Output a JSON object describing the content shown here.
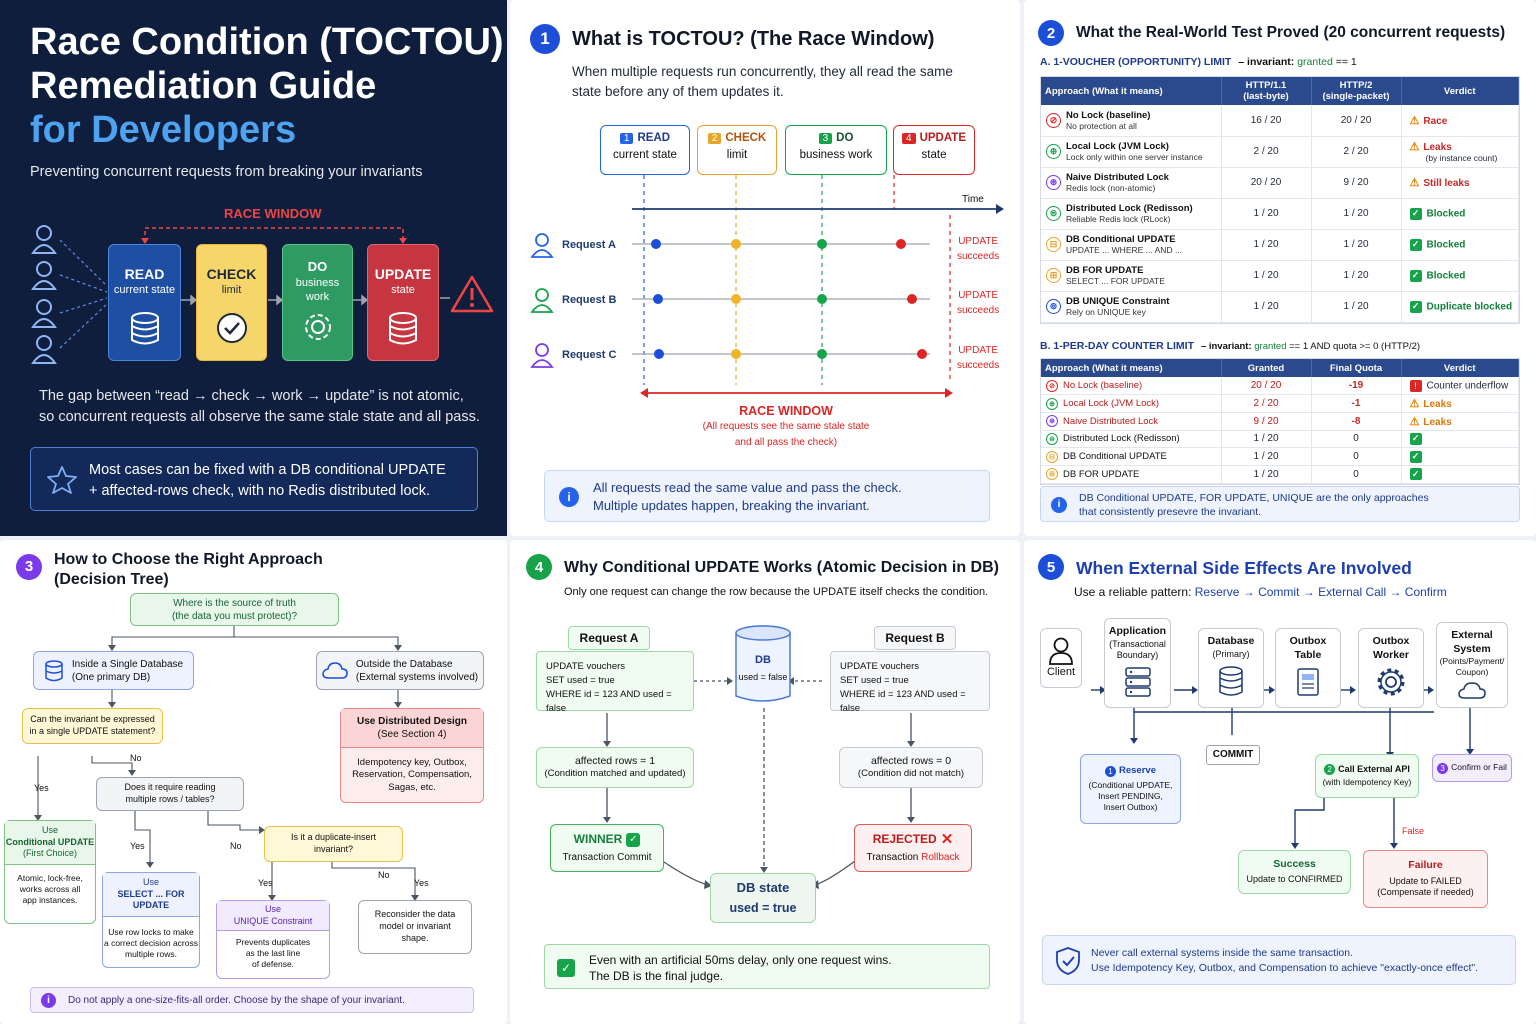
{
  "hero": {
    "title_line1": "Race Condition (TOCTOU)",
    "title_line2": "Remediation Guide",
    "title_line3": "for Developers",
    "subtitle": "Preventing concurrent requests from breaking your invariants",
    "race_window_label": "RACE WINDOW",
    "steps": [
      {
        "title": "READ",
        "sub": "current state"
      },
      {
        "title": "CHECK",
        "sub": "limit"
      },
      {
        "title": "DO",
        "sub": "business work"
      },
      {
        "title": "UPDATE",
        "sub": "state"
      }
    ],
    "desc_line1": "The gap between “read → check → work → update” is not atomic,",
    "desc_line2": "so concurrent requests all observe the same stale state and all pass.",
    "tip_line1": "Most cases can be fixed with a DB conditional UPDATE",
    "tip_line2": "+ affected-rows check, with no Redis distributed lock."
  },
  "s1": {
    "num": "1",
    "title": "What is TOCTOU? (The Race Window)",
    "desc_line1": "When multiple requests run concurrently, they all read the same",
    "desc_line2": "state before any of them updates it.",
    "steps": [
      {
        "n": "1",
        "title": "READ",
        "sub": "current state"
      },
      {
        "n": "2",
        "title": "CHECK",
        "sub": "limit"
      },
      {
        "n": "3",
        "title": "DO",
        "sub": "business work"
      },
      {
        "n": "4",
        "title": "UPDATE",
        "sub": "state"
      }
    ],
    "time_label": "Time",
    "lanes": [
      "Request A",
      "Request B",
      "Request C"
    ],
    "lane_result1": "UPDATE",
    "lane_result2": "succeeds",
    "race_label": "RACE WINDOW",
    "race_note1": "(All requests see the same stale state",
    "race_note2": "and all pass the check)",
    "info_line1": "All requests read the same value and pass the check.",
    "info_line2": "Multiple updates happen, breaking the invariant."
  },
  "s2": {
    "num": "2",
    "title": "What the Real-World Test Proved (20 concurrent requests)",
    "tableA_title": "A. 1-VOUCHER (OPPORTUNITY) LIMIT",
    "tableA_inv_prefix": "– invariant: ",
    "tableA_inv_granted": "granted",
    "tableA_inv_suffix": " == 1",
    "tableA_headers": [
      "Approach (What it means)",
      "HTTP/1.1\n(last-byte)",
      "HTTP/2\n(single-packet)",
      "Verdict"
    ],
    "tableA_rows": [
      {
        "name": "No Lock (baseline)",
        "desc": "No protection at all",
        "h1": "16 / 20",
        "h2": "20 / 20",
        "verdict": "Race",
        "vstyle": "red",
        "vsub": ""
      },
      {
        "name": "Local Lock (JVM Lock)",
        "desc": "Lock only within one server instance",
        "h1": "2 / 20",
        "h2": "2 / 20",
        "verdict": "Leaks",
        "vstyle": "red",
        "vsub": "(by instance count)"
      },
      {
        "name": "Naive Distributed Lock",
        "desc": "Redis lock (non-atomic)",
        "h1": "20 / 20",
        "h2": "9 / 20",
        "verdict": "Still leaks",
        "vstyle": "red",
        "vsub": ""
      },
      {
        "name": "Distributed Lock (Redisson)",
        "desc": "Reliable Redis lock (RLock)",
        "h1": "1 / 20",
        "h2": "1 / 20",
        "verdict": "Blocked",
        "vstyle": "green",
        "vsub": ""
      },
      {
        "name": "DB Conditional UPDATE",
        "desc": "UPDATE ... WHERE ... AND ...",
        "h1": "1 / 20",
        "h2": "1 / 20",
        "verdict": "Blocked",
        "vstyle": "green",
        "vsub": ""
      },
      {
        "name": "DB FOR UPDATE",
        "desc": "SELECT ... FOR UPDATE",
        "h1": "1 / 20",
        "h2": "1 / 20",
        "verdict": "Blocked",
        "vstyle": "green",
        "vsub": ""
      },
      {
        "name": "DB UNIQUE Constraint",
        "desc": "Rely on UNIQUE key",
        "h1": "1 / 20",
        "h2": "1 / 20",
        "verdict": "Duplicate blocked",
        "vstyle": "green",
        "vsub": ""
      }
    ],
    "tableB_title": "B. 1-PER-DAY COUNTER LIMIT",
    "tableB_inv_prefix": "– invariant: ",
    "tableB_inv_granted": "granted",
    "tableB_inv_suffix": " == 1 AND quota >= 0 (HTTP/2)",
    "tableB_headers": [
      "Approach (What it means)",
      "Granted",
      "Final Quota",
      "Verdict"
    ],
    "tableB_rows": [
      {
        "name": "No Lock (baseline)",
        "granted": "20 / 20",
        "quota": "-19",
        "verdict": "Counter underflow",
        "vstyle": "red"
      },
      {
        "name": "Local Lock (JVM Lock)",
        "granted": "2 / 20",
        "quota": "-1",
        "verdict": "Leaks",
        "vstyle": "orange"
      },
      {
        "name": "Naive Distributed Lock",
        "granted": "9 / 20",
        "quota": "-8",
        "verdict": "Leaks",
        "vstyle": "orange"
      },
      {
        "name": "Distributed Lock (Redisson)",
        "granted": "1 / 20",
        "quota": "0",
        "verdict": "",
        "vstyle": "green"
      },
      {
        "name": "DB Conditional UPDATE",
        "granted": "1 / 20",
        "quota": "0",
        "verdict": "",
        "vstyle": "green"
      },
      {
        "name": "DB FOR UPDATE",
        "granted": "1 / 20",
        "quota": "0",
        "verdict": "",
        "vstyle": "green"
      }
    ],
    "info_line1": "DB Conditional UPDATE, FOR UPDATE, UNIQUE are the only approaches",
    "info_line2": "that consistently presevre the invariant."
  },
  "s3": {
    "num": "3",
    "title_line1": "How to Choose the Right Approach",
    "title_line2": "(Decision Tree)",
    "root1": "Where is the source of truth",
    "root2": "(the data you must protect)?",
    "inside1": "Inside a Single Database",
    "inside2": "(One primary DB)",
    "outside1": "Outside the Database",
    "outside2": "(External systems involved)",
    "q1a": "Can the invariant be expressed",
    "q1b": "in a single UPDATE statement?",
    "distr1": "Use Distributed Design",
    "distr2": "(See Section 4)",
    "distr_detail1": "Idempotency key, Outbox,",
    "distr_detail2": "Reservation, Compensation,",
    "distr_detail3": "Sagas, etc.",
    "yes": "Yes",
    "no": "No",
    "use_cond1": "Use",
    "use_cond2": "Conditional UPDATE",
    "use_cond3": "(First Choice)",
    "cond_detail1": "Atomic, lock-free,",
    "cond_detail2": "works across all",
    "cond_detail3": "app instances.",
    "q2a": "Does it require reading",
    "q2b": "multiple rows / tables?",
    "q3a": "Is it a duplicate-insert",
    "q3b": "invariant?",
    "use_sfu1": "Use",
    "use_sfu2": "SELECT ... FOR UPDATE",
    "sfu_detail1": "Use row locks to make",
    "sfu_detail2": "a correct decision across",
    "sfu_detail3": "multiple rows.",
    "use_uniq1": "Use",
    "use_uniq2": "UNIQUE Constraint",
    "uniq_detail1": "Prevents duplicates",
    "uniq_detail2": "as the last line",
    "uniq_detail3": "of defense.",
    "reconsider1": "Reconsider the data",
    "reconsider2": "model or invariant",
    "reconsider3": "shape.",
    "footer": "Do not apply a one-size-fits-all order. Choose by the shape of your invariant."
  },
  "s4": {
    "num": "4",
    "title": "Why Conditional UPDATE Works (Atomic Decision in DB)",
    "desc": "Only one request can change the row because the UPDATE itself checks the condition.",
    "reqA": "Request A",
    "reqB": "Request B",
    "sql1": "UPDATE vouchers",
    "sql2": "SET used = true",
    "sql3": "WHERE id = 123 AND used = false",
    "db_title": "DB",
    "db_state": "used = false",
    "affA1": "affected rows = 1",
    "affA2": "(Condition matched and updated)",
    "affB1": "affected rows = 0",
    "affB2": "(Condition did not match)",
    "winner": "WINNER",
    "winner_sub": "Transaction Commit",
    "rejected": "REJECTED",
    "rejected_sub_pre": "Transaction ",
    "rejected_sub_red": "Rollback",
    "final1": "DB state",
    "final2": "used = true",
    "note_line1": "Even with an artificial 50ms delay, only one request wins.",
    "note_line2": "The DB is the final judge."
  },
  "s5": {
    "num": "5",
    "title": "When External Side Effects Are Involved",
    "pattern_prefix": "Use a reliable pattern: ",
    "pattern": "Reserve → Commit → External Call → Confirm",
    "client": "Client",
    "app1": "Application",
    "app2": "(Transactional",
    "app3": "Boundary)",
    "db1": "Database",
    "db2": "(Primary)",
    "outbox1": "Outbox",
    "outbox2": "Table",
    "worker1": "Outbox",
    "worker2": "Worker",
    "ext1": "External",
    "ext2": "System",
    "ext3": "(Points/Payment/",
    "ext4": "Coupon)",
    "reserve_n": "1",
    "reserve": "Reserve",
    "reserve_d1": "(Conditional UPDATE,",
    "reserve_d2": "Insert PENDING,",
    "reserve_d3": "Insert Outbox)",
    "commit": "COMMIT",
    "call_n": "2",
    "call": "Call External API",
    "call_d": "(with Idempotency Key)",
    "confirm_n": "3",
    "confirm": "Confirm or Fail",
    "false_label": "False",
    "success": "Success",
    "success_d": "Update to CONFIRMED",
    "failure": "Failure",
    "failure_d1": "Update to FAILED",
    "failure_d2": "(Compensate if needed)",
    "note_line1": "Never call external systems inside the same transaction.",
    "note_line2": "Use Idempotency Key, Outbox, and Compensation to achieve \"exactly-once effect\"."
  },
  "colors": {
    "navy": "#0f1e3d",
    "blue": "#2563eb",
    "green": "#16a34a",
    "red": "#dc2626",
    "amber": "#f59e0b",
    "purple": "#7c3aed"
  }
}
